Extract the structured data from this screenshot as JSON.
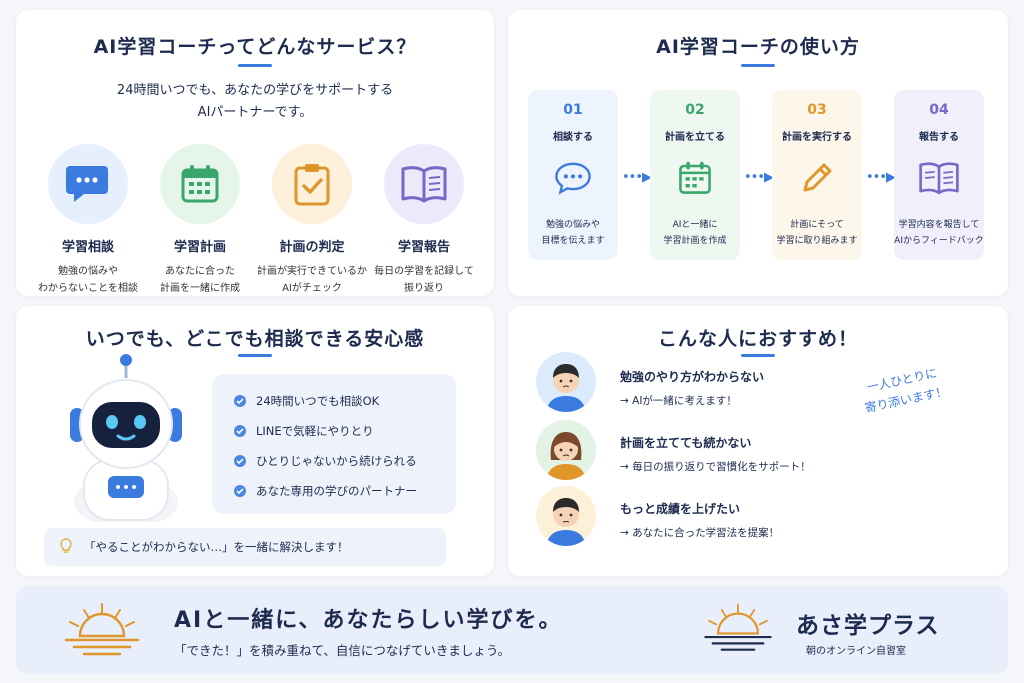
{
  "card1": {
    "title": "AI学習コーチってどんなサービス？",
    "intro_line1": "24時間いつでも、あなたの学びをサポートする",
    "intro_line2": "AIパートナーです。",
    "features": [
      {
        "title": "学習相談",
        "d1": "勉強の悩みや",
        "d2": "わからないことを相談",
        "icon": "chat-bubble-icon"
      },
      {
        "title": "学習計画",
        "d1": "あなたに合った",
        "d2": "計画を一緒に作成",
        "icon": "calendar-icon"
      },
      {
        "title": "計画の判定",
        "d1": "計画が実行できているか",
        "d2": "AIがチェック",
        "icon": "clipboard-check-icon"
      },
      {
        "title": "学習報告",
        "d1": "毎日の学習を記録して",
        "d2": "振り返り",
        "icon": "open-book-icon"
      }
    ]
  },
  "card2": {
    "title": "AI学習コーチの使い方",
    "steps": [
      {
        "num": "01",
        "title": "相談する",
        "d1": "勉強の悩みや",
        "d2": "目標を伝えます",
        "icon": "chat-bubble-icon"
      },
      {
        "num": "02",
        "title": "計画を立てる",
        "d1": "AIと一緒に",
        "d2": "学習計画を作成",
        "icon": "calendar-icon"
      },
      {
        "num": "03",
        "title": "計画を実行する",
        "d1": "計画にそって",
        "d2": "学習に取り組みます",
        "icon": "pencil-icon"
      },
      {
        "num": "04",
        "title": "報告する",
        "d1": "学習内容を報告して",
        "d2": "AIからフィードバック",
        "icon": "open-book-icon"
      }
    ]
  },
  "card3": {
    "title": "いつでも、どこでも相談できる安心感",
    "bullets": [
      "24時間いつでも相談OK",
      "LINEで気軽にやりとり",
      "ひとりじゃないから続けられる",
      "あなた専用の学びのパートナー"
    ],
    "tip": "「やることがわからない…」を一緒に解決します！"
  },
  "card4": {
    "title": "こんな人におすすめ！",
    "people": [
      {
        "title": "勉強のやり方がわからない",
        "sub": "→ AIが一緒に考えます！"
      },
      {
        "title": "計画を立てても続かない",
        "sub": "→ 毎日の振り返りで習慣化をサポート！"
      },
      {
        "title": "もっと成績を上げたい",
        "sub": "→ あなたに合った学習法を提案！"
      }
    ],
    "hand_line1": "一人ひとりに",
    "hand_line2": "寄り添います！"
  },
  "footer": {
    "main": "AIと一緒に、あなたらしい学びを。",
    "sub": "「できた！」を積み重ねて、自信につなげていきましょう。",
    "brand": "あさ学プラス",
    "brand_sub": "朝のオンライン自習室"
  },
  "colors": {
    "accent": "#3b7be0",
    "navy": "#1d2b4f",
    "step1_bg": "#eef4fd",
    "step2_bg": "#eef8f1",
    "step3_bg": "#fdf6ea",
    "step4_bg": "#f1effb"
  }
}
